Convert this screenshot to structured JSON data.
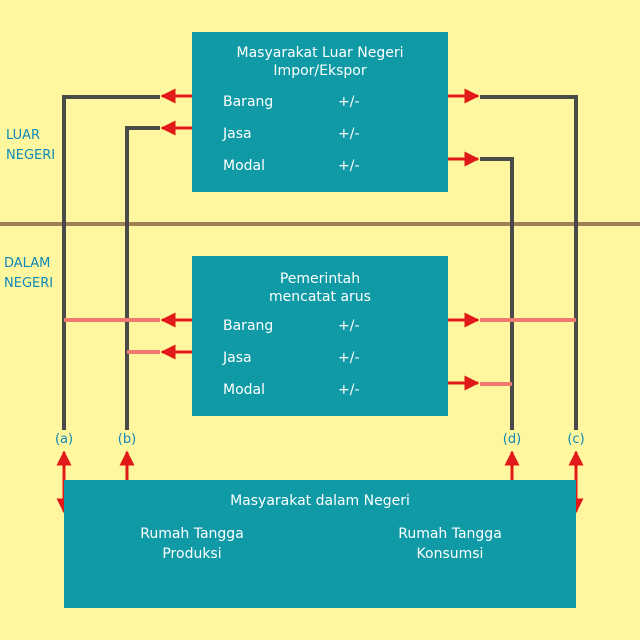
{
  "colors": {
    "background": "#fff79f",
    "box": "#0f9aa6",
    "arrow": "#e01818",
    "line_dark": "#4a4a4a",
    "line_pink": "#f07a72",
    "divider": "#a08055",
    "label": "#0e88b8"
  },
  "regions": {
    "luar_negeri": [
      "LUAR",
      "NEGERI"
    ],
    "dalam_negeri": [
      "DALAM",
      "NEGERI"
    ]
  },
  "foreign_box": {
    "title": [
      "Masyarakat Luar Negeri",
      "Impor/Ekspor"
    ],
    "rows": [
      {
        "label": "Barang",
        "sign": "+/-"
      },
      {
        "label": "Jasa",
        "sign": "+/-"
      },
      {
        "label": "Modal",
        "sign": "+/-"
      }
    ]
  },
  "government_box": {
    "title": [
      "Pemerintah",
      "mencatat arus"
    ],
    "rows": [
      {
        "label": "Barang",
        "sign": "+/-"
      },
      {
        "label": "Jasa",
        "sign": "+/-"
      },
      {
        "label": "Modal",
        "sign": "+/-"
      }
    ]
  },
  "domestic_box": {
    "title": "Masyarakat dalam Negeri",
    "producer": [
      "Rumah Tangga",
      "Produksi"
    ],
    "consumer": [
      "Rumah Tangga",
      "Konsumsi"
    ]
  },
  "connectors": [
    "(a)",
    "(b)",
    "(d)",
    "(c)"
  ]
}
